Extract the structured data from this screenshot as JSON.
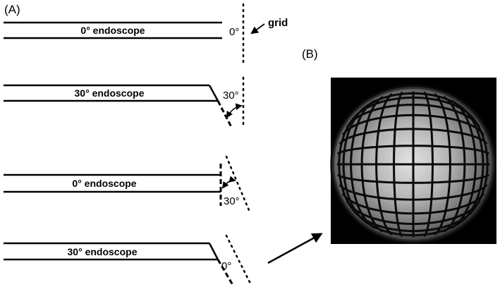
{
  "panel_a": {
    "label": "(A)",
    "grid_label": "grid",
    "rows": [
      {
        "scope_label": "0° endoscope",
        "angle_label": "0°"
      },
      {
        "scope_label": "30° endoscope",
        "angle_label": "30°"
      },
      {
        "scope_label": "0° endoscope",
        "angle_label": "30°"
      },
      {
        "scope_label": "30° endoscope",
        "angle_label": "0°"
      }
    ]
  },
  "panel_b": {
    "label": "(B)",
    "image_description_icon": "fisheye-grid-image"
  },
  "colors": {
    "line": "#000000",
    "background": "#ffffff",
    "image_bg": "#000000"
  }
}
